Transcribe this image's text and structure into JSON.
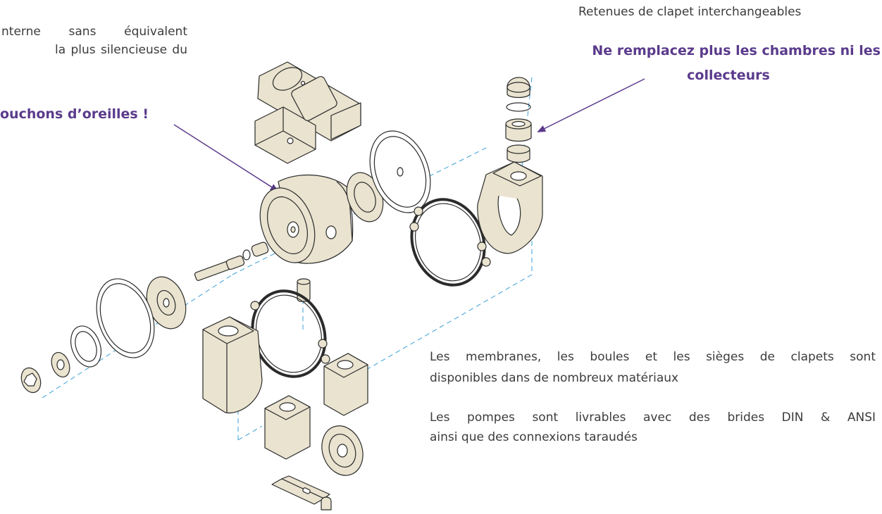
{
  "text": {
    "left_intro": [
      "nterne sans équivalent",
      "la plus silencieuse du"
    ],
    "left_highlight": "ouchons d’oreilles !",
    "top_right_caption": "Retenues de clapet interchangeables",
    "right_highlight": [
      "Ne remplacez plus les chambres ni les",
      "collecteurs"
    ],
    "materials_lines": [
      "Les membranes, les boules et les sièges de clapets sont",
      "disponibles dans de nombreux matériaux"
    ],
    "flanges_lines": [
      "Les pompes sont livrables avec des brides DIN & ANSI",
      "ainsi que des connexions taraudés"
    ]
  },
  "colors": {
    "highlight": "#5b3b8c",
    "body_text": "#3c3c3c",
    "part_fill": "#e9e3cf",
    "part_stroke": "#2b2b2b",
    "guide_line": "#3aa0d8",
    "arrow": "#5b3b8c"
  },
  "icons": [
    "exploded-pump-diagram"
  ]
}
